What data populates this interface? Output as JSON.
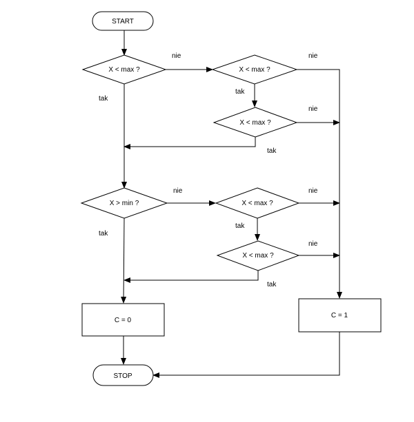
{
  "nodes": {
    "start": "START",
    "d1": "X < max ?",
    "d2": "X < max ?",
    "d3": "X < max ?",
    "d4": "X > min ?",
    "d5": "X < max ?",
    "d6": "X < max ?",
    "c0": "C = 0",
    "c1": "C = 1",
    "stop": "STOP"
  },
  "edge_labels": {
    "yes": "tak",
    "no": "nie"
  },
  "colors": {
    "stroke": "#000000",
    "fill": "#ffffff"
  }
}
